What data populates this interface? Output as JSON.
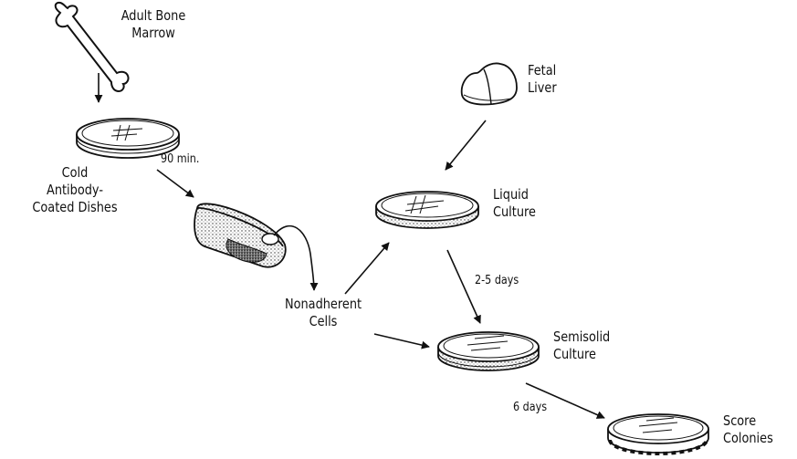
{
  "labels": {
    "adult_bone_marrow": "Adult Bone\nMarrow",
    "cold_dishes": "Cold\nAntibody-\nCoated Dishes",
    "time_90min": "90 min.",
    "nonadherent_cells": "Nonadherent\nCells",
    "fetal_liver": "Fetal\nLiver",
    "liquid_culture": "Liquid\nCulture",
    "time_2_5_days": "2-5 days",
    "semisolid_culture": "Semisolid\nCulture",
    "time_6_days": "6 days",
    "score_colonies": "Score\nColonies"
  },
  "colors": {
    "ink": "#111111",
    "background": "#ffffff"
  }
}
